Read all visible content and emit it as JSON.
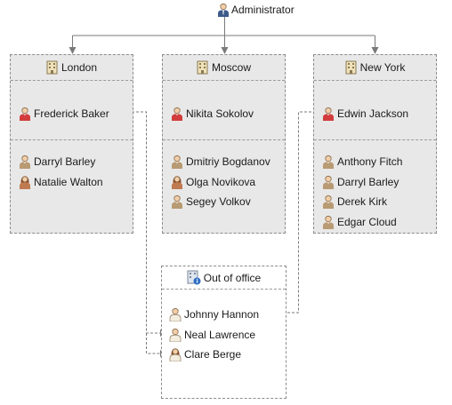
{
  "root": {
    "name": "Administrator",
    "icon": "admin-user-icon"
  },
  "groups": [
    {
      "name": "London",
      "icon": "building-icon",
      "manager": {
        "name": "Frederick Baker",
        "icon": "manager-user-icon"
      },
      "employees": [
        {
          "name": "Darryl Barley",
          "icon": "male-user-icon"
        },
        {
          "name": "Natalie Walton",
          "icon": "female-user-icon"
        }
      ]
    },
    {
      "name": "Moscow",
      "icon": "building-icon",
      "manager": {
        "name": "Nikita Sokolov",
        "icon": "manager-user-icon"
      },
      "employees": [
        {
          "name": "Dmitriy Bogdanov",
          "icon": "male-user-icon"
        },
        {
          "name": "Olga Novikova",
          "icon": "female-user-icon"
        },
        {
          "name": "Segey Volkov",
          "icon": "male-user-icon"
        }
      ]
    },
    {
      "name": "New York",
      "icon": "building-icon",
      "manager": {
        "name": "Edwin Jackson",
        "icon": "manager-user-icon"
      },
      "employees": [
        {
          "name": "Anthony Fitch",
          "icon": "male-user-icon"
        },
        {
          "name": "Darryl Barley",
          "icon": "male-user-icon"
        },
        {
          "name": "Derek Kirk",
          "icon": "male-user-icon"
        },
        {
          "name": "Edgar Cloud",
          "icon": "male-user-icon"
        }
      ]
    }
  ],
  "out_of_office": {
    "name": "Out of office",
    "icon": "building-info-icon",
    "employees": [
      {
        "name": "Johnny Hannon",
        "icon": "male-user-icon"
      },
      {
        "name": "Neal Lawrence",
        "icon": "male-user-icon"
      },
      {
        "name": "Clare Berge",
        "icon": "female-user-icon"
      }
    ]
  },
  "colors": {
    "connector": "#7a7a7a",
    "group_fill": "#e8e8e8",
    "group_border": "#8c8c8c",
    "manager_shirt": "#d23c3c",
    "male_shirt": "#b89a73",
    "female_shirt": "#c07a50"
  }
}
